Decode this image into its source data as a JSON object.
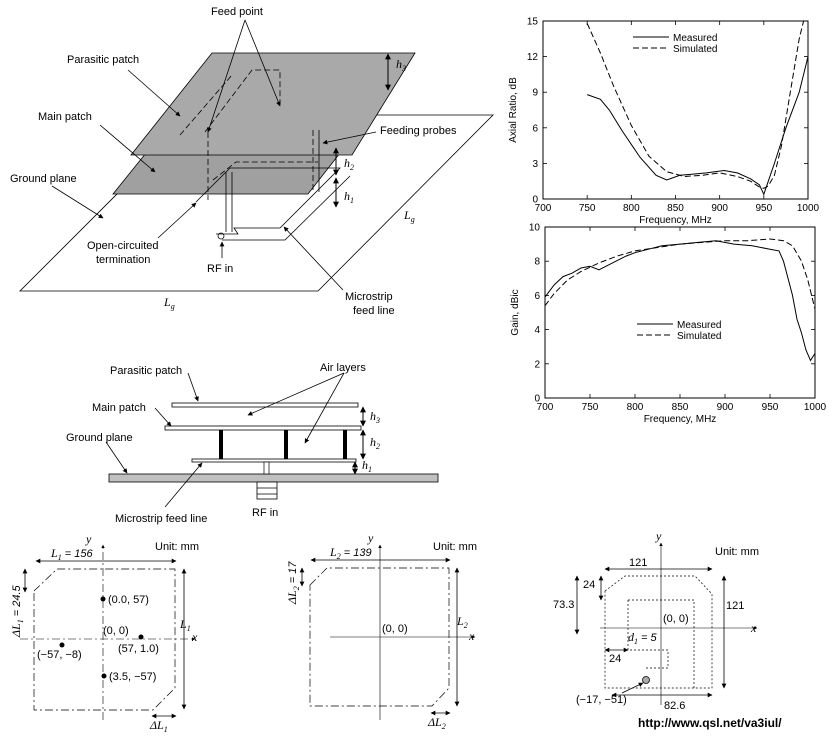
{
  "diagram3d": {
    "feed_point": "Feed point",
    "parasitic_patch": "Parasitic patch",
    "main_patch": "Main patch",
    "ground_plane": "Ground plane",
    "feeding_probes": "Feeding probes",
    "open_circuited_1": "Open-circuited",
    "open_circuited_2": "termination",
    "rf_in": "RF in",
    "microstrip_1": "Microstrip",
    "microstrip_2": "feed line",
    "h3": "h",
    "h3_sub": "3",
    "h2": "h",
    "h2_sub": "2",
    "h1": "h",
    "h1_sub": "1",
    "lg_right": "L",
    "lg_right_sub": "g",
    "lg_bottom": "L",
    "lg_bottom_sub": "g"
  },
  "side_view": {
    "parasitic_patch": "Parasitic patch",
    "main_patch": "Main patch",
    "ground_plane": "Ground plane",
    "air_layers": "Air layers",
    "microstrip": "Microstrip feed line",
    "rf_in": "RF in",
    "h3": "h",
    "h3_sub": "3",
    "h2": "h",
    "h2_sub": "2",
    "h1": "h",
    "h1_sub": "1"
  },
  "panel1": {
    "unit": "Unit: mm",
    "y": "y",
    "x": "x",
    "l1_top": "L",
    "l1_top_sub": "1",
    "l1_top_val": " = 156",
    "dl1_left": "ΔL",
    "dl1_left_sub": "1",
    "dl1_left_val": " = 24.5",
    "l1_right": "L",
    "l1_right_sub": "1",
    "dl1_bottom": "ΔL",
    "dl1_bottom_sub": "1",
    "p_top": "(0.0, 57)",
    "p_origin": "(0, 0)",
    "p_right": "(57, 1.0)",
    "p_left": "(−57, −8)",
    "p_bottom": "(3.5, −57)"
  },
  "panel2": {
    "unit": "Unit: mm",
    "y": "y",
    "x": "x",
    "l2_top": "L",
    "l2_top_sub": "2",
    "l2_top_val": " = 139",
    "dl2_left": "ΔL",
    "dl2_left_sub": "2",
    "dl2_left_val": " = 17",
    "l2_right": "L",
    "l2_right_sub": "2",
    "dl2_bottom": "ΔL",
    "dl2_bottom_sub": "2",
    "p_origin": "(0, 0)"
  },
  "panel3": {
    "unit": "Unit: mm",
    "y": "y",
    "x": "x",
    "w_top": "121",
    "h_right": "121",
    "v24": "24",
    "v733": "73.3",
    "h24": "24",
    "d1": "d",
    "d1_sub": "1",
    "d1_val": " = 5",
    "v826": "82.6",
    "p_origin": "(0, 0)",
    "p_feed": "(−17, −51)"
  },
  "url": "http://www.qsl.net/va3iul/",
  "chart_data": [
    {
      "type": "line",
      "xlabel": "Frequency, MHz",
      "ylabel": "Axial Ratio, dB",
      "xlim": [
        700,
        1000
      ],
      "ylim": [
        0,
        15
      ],
      "xticks": [
        700,
        750,
        800,
        850,
        900,
        950,
        1000
      ],
      "yticks": [
        0,
        3,
        6,
        9,
        12,
        15
      ],
      "legend_position": "top-right",
      "series": [
        {
          "name": "Measured",
          "style": "solid",
          "x": [
            750,
            765,
            775,
            790,
            810,
            828,
            840,
            855,
            870,
            885,
            905,
            920,
            935,
            945,
            950,
            955,
            962,
            975,
            990,
            1000
          ],
          "y": [
            8.8,
            8.4,
            7.5,
            5.7,
            3.5,
            2.0,
            1.6,
            2.0,
            2.1,
            2.2,
            2.4,
            2.2,
            1.7,
            1.2,
            0.4,
            1.5,
            3.0,
            6.0,
            9.0,
            12.0
          ]
        },
        {
          "name": "Simulated",
          "style": "dashed",
          "x": [
            750,
            765,
            780,
            800,
            820,
            840,
            860,
            880,
            900,
            920,
            935,
            945,
            950,
            955,
            962,
            970,
            980,
            990,
            995
          ],
          "y": [
            14.8,
            12.3,
            9.5,
            6.2,
            3.6,
            2.3,
            1.9,
            2.0,
            2.2,
            1.9,
            1.5,
            1.0,
            0.9,
            1.1,
            2.0,
            4.5,
            9.0,
            13.5,
            15.0
          ]
        }
      ]
    },
    {
      "type": "line",
      "xlabel": "Frequency, MHz",
      "ylabel": "Gain, dBic",
      "xlim": [
        700,
        1000
      ],
      "ylim": [
        0,
        10
      ],
      "xticks": [
        700,
        750,
        800,
        850,
        900,
        950,
        1000
      ],
      "yticks": [
        0,
        2,
        4,
        6,
        8,
        10
      ],
      "legend_position": "bottom-right",
      "series": [
        {
          "name": "Measured",
          "style": "solid",
          "x": [
            700,
            710,
            720,
            730,
            740,
            750,
            760,
            775,
            790,
            800,
            815,
            830,
            850,
            870,
            890,
            910,
            930,
            950,
            960,
            965,
            970,
            975,
            980,
            985,
            990,
            995,
            1000
          ],
          "y": [
            5.9,
            6.6,
            7.1,
            7.3,
            7.6,
            7.7,
            7.5,
            7.9,
            8.3,
            8.5,
            8.7,
            8.9,
            9.0,
            9.1,
            9.2,
            9.0,
            8.9,
            8.7,
            8.6,
            8.0,
            7.0,
            6.0,
            4.6,
            3.8,
            2.8,
            2.2,
            2.6
          ]
        },
        {
          "name": "Simulated",
          "style": "dashed",
          "x": [
            700,
            710,
            725,
            740,
            760,
            780,
            800,
            825,
            850,
            875,
            900,
            925,
            950,
            965,
            975,
            985,
            992,
            1000
          ],
          "y": [
            5.4,
            6.1,
            6.9,
            7.4,
            7.9,
            8.3,
            8.6,
            8.8,
            9.0,
            9.1,
            9.2,
            9.2,
            9.3,
            9.2,
            8.9,
            8.0,
            6.9,
            5.2
          ]
        }
      ]
    }
  ]
}
